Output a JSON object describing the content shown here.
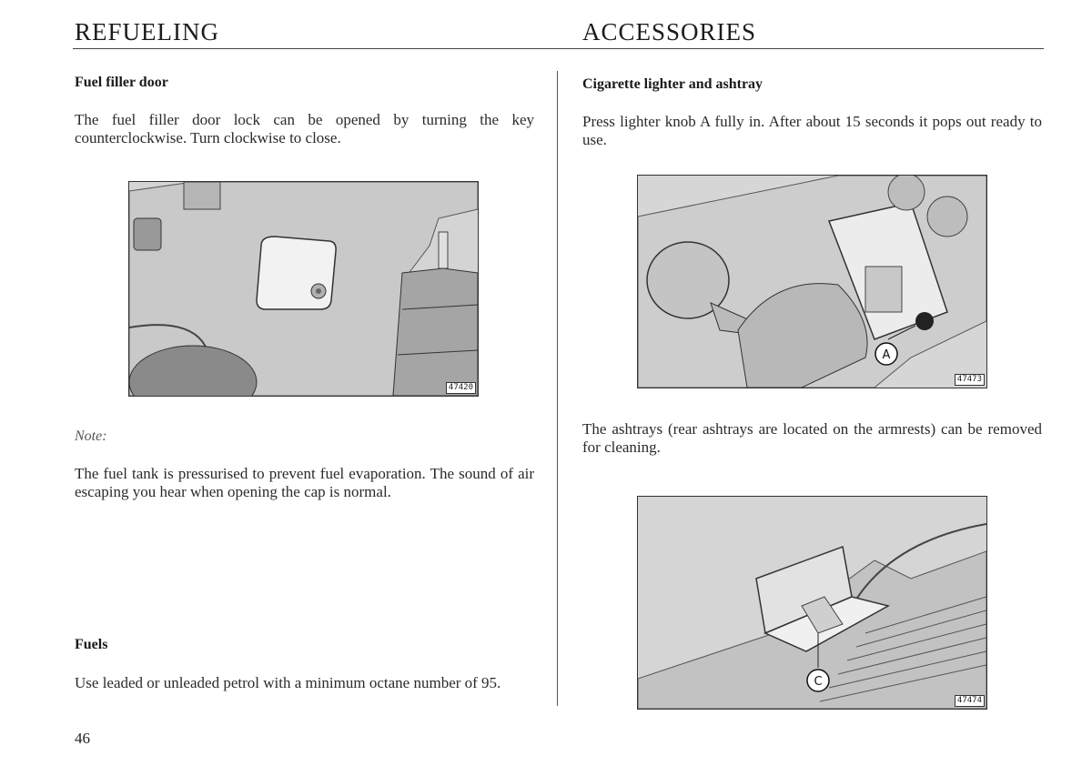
{
  "header": {
    "left_title": "REFUELING",
    "right_title": "ACCESSORIES"
  },
  "left": {
    "section1_heading": "Fuel filler door",
    "section1_text": "The fuel filler door lock can be opened by turning the key counterclockwise. Turn clockwise to close.",
    "figure1_number": "47420",
    "note_label": "Note:",
    "note_text": "The fuel tank is pressurised to prevent fuel evaporation. The sound of air escaping you hear when opening the cap is normal.",
    "section2_heading": "Fuels",
    "section2_text": "Use leaded or unleaded petrol with a minimum octane number of 95."
  },
  "right": {
    "section_heading": "Cigarette lighter and ashtray",
    "text1": "Press lighter knob A fully in. After about 15 seconds it pops out ready to use.",
    "figure2_number": "47473",
    "figure2_label": "A",
    "text2": "The ashtrays (rear ashtrays are located on the armrests) can be removed for cleaning.",
    "figure3_number": "47474",
    "figure3_label": "C"
  },
  "page_number": "46"
}
